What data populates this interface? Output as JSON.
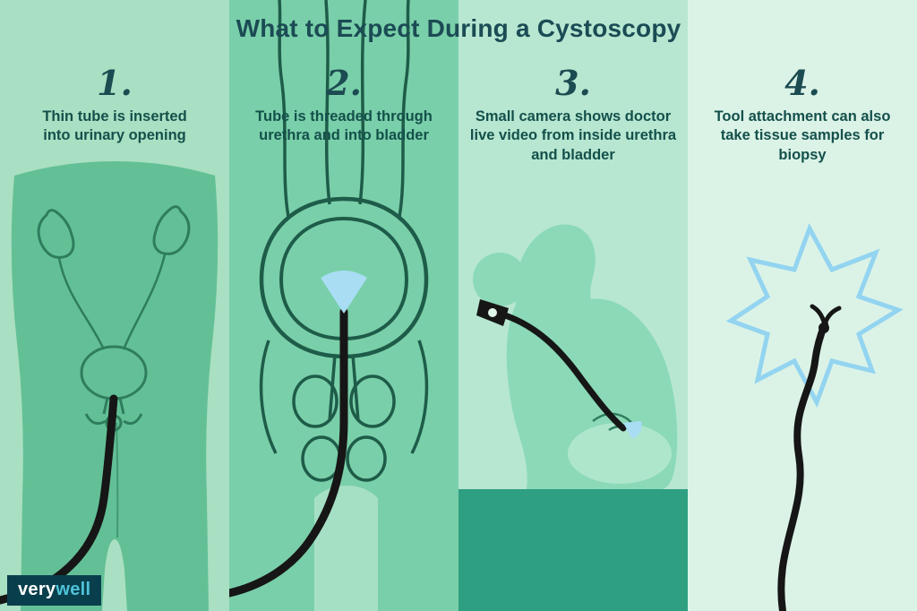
{
  "title": "What to Expect During a Cystoscopy",
  "panels": [
    {
      "number": "1.",
      "caption": "Thin tube is inserted into urinary opening"
    },
    {
      "number": "2.",
      "caption": "Tube is threaded through urethra and into bladder"
    },
    {
      "number": "3.",
      "caption": "Small camera shows doctor live video from inside urethra and bladder"
    },
    {
      "number": "4.",
      "caption": "Tool attachment can also take tissue samples for biopsy"
    }
  ],
  "brand": {
    "part1": "very",
    "part2": "well"
  },
  "colors": {
    "title_text": "#1b4b54",
    "caption_text": "#14504b",
    "panel1_bg": "#a9dfc2",
    "panel2_bg": "#79cfa9",
    "panel3_bg": "#b7e7d1",
    "panel4_bg": "#dbf3e7",
    "body_green": "#63c096",
    "outline_green": "#2e7d5c",
    "dark_band_green": "#2f9f81",
    "tube_black": "#161616",
    "accent_blue": "#a9ddf4",
    "brand_bg": "#093f4d",
    "brand_well": "#4fc3d9"
  }
}
